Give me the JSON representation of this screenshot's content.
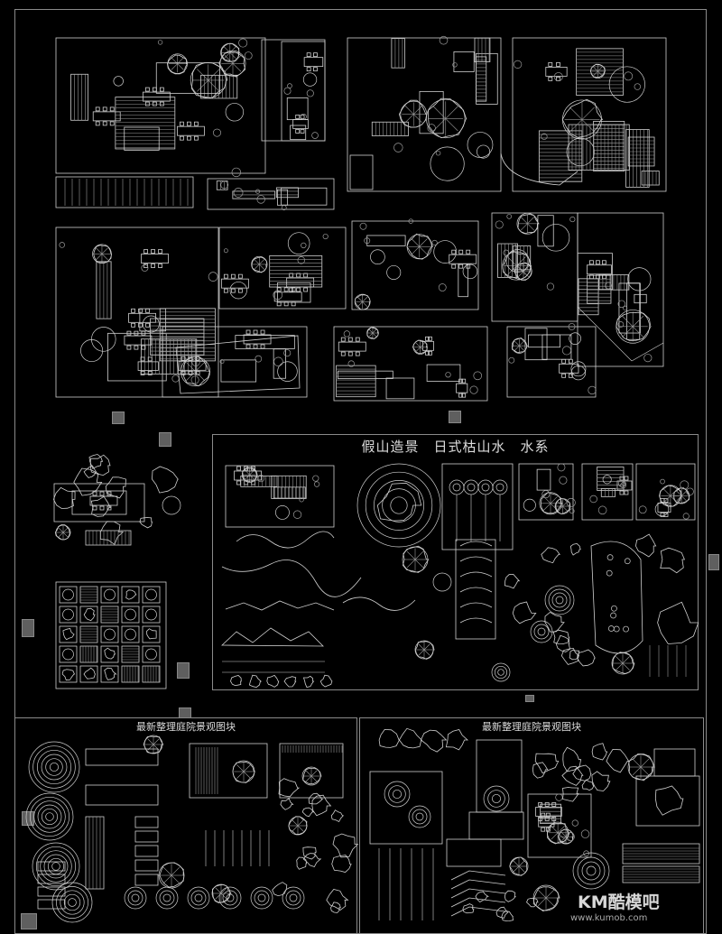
{
  "sheet": {
    "background": "#000000",
    "line_color": "#d0d0d0"
  },
  "panels": {
    "rockery_title": "假山造景　日式枯山水　水系",
    "bottom_left_title": "最新整理庭院景观图块",
    "bottom_right_title": "最新整理庭院景观图块"
  },
  "watermark": {
    "brand": "KM酷模吧",
    "site": "www.kumob.com"
  }
}
